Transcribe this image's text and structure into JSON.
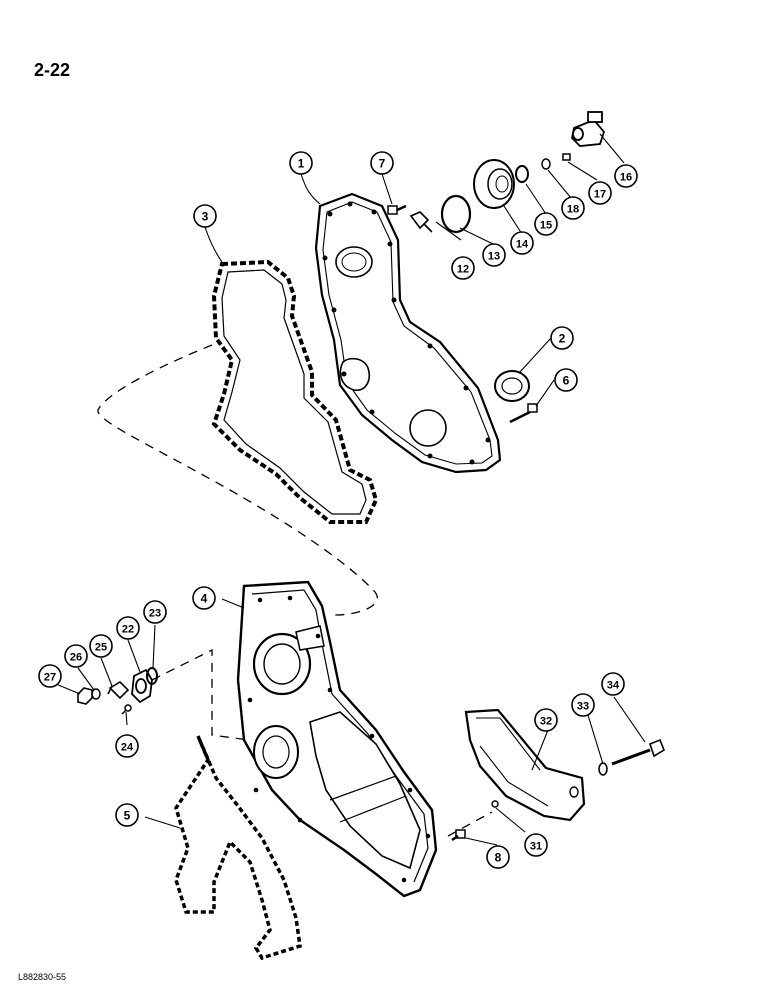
{
  "page": {
    "number": "2-22",
    "reference": "L882830-55"
  },
  "callouts": [
    "1",
    "2",
    "3",
    "4",
    "5",
    "6",
    "7",
    "8",
    "12",
    "13",
    "14",
    "15",
    "16",
    "17",
    "18",
    "22",
    "23",
    "24",
    "25",
    "26",
    "27",
    "31",
    "32",
    "33",
    "34"
  ]
}
